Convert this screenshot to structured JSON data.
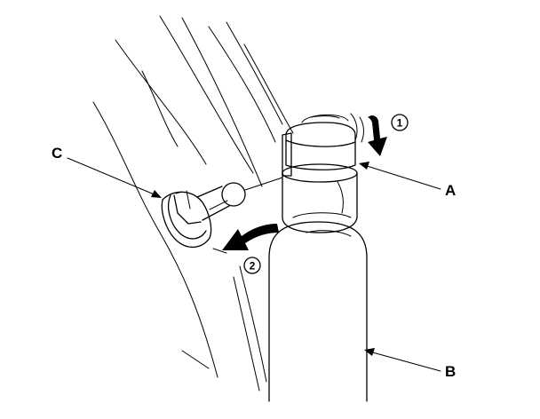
{
  "callouts": {
    "a": "A",
    "b": "B",
    "c": "C"
  },
  "steps": {
    "one": "1",
    "two": "2"
  },
  "colors": {
    "ink": "#000000",
    "paper": "#ffffff"
  }
}
